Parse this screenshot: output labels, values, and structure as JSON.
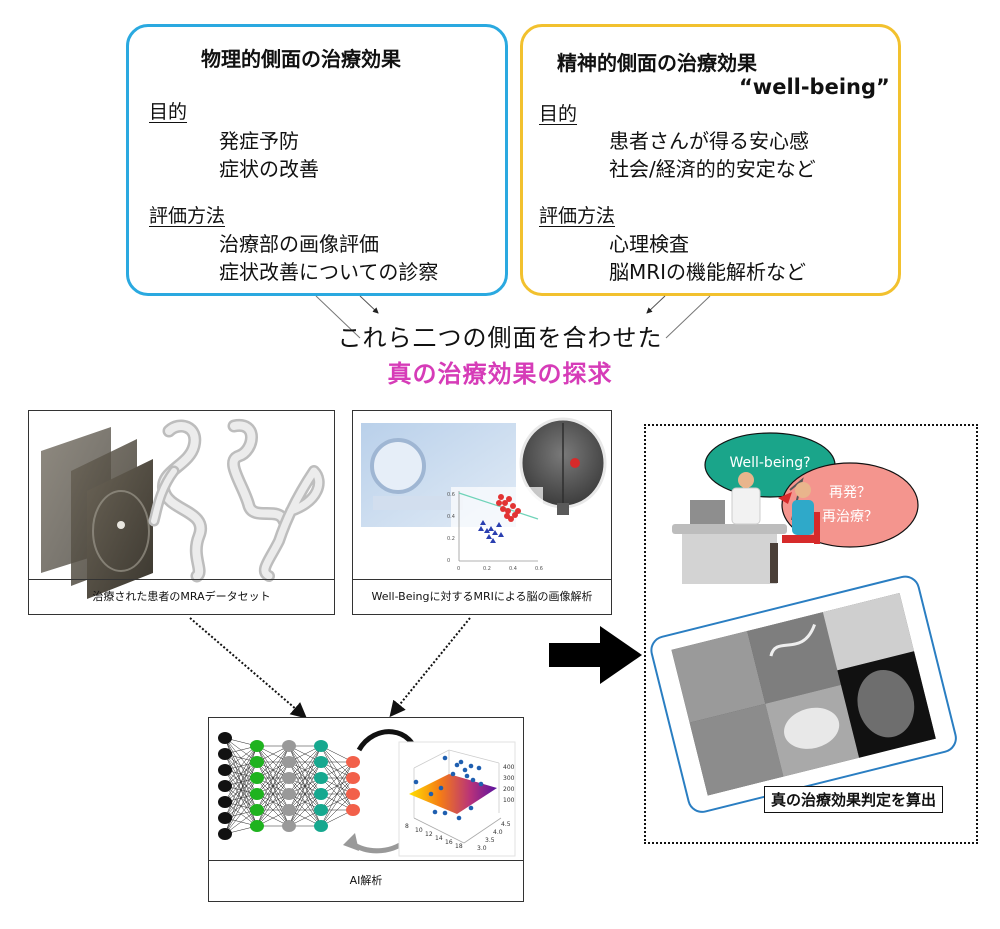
{
  "physical_box": {
    "title": "物理的側面の治療効果",
    "purpose_heading": "目的",
    "purpose_items": [
      "発症予防",
      "症状の改善"
    ],
    "evaluation_heading": "評価方法",
    "evaluation_items": [
      "治療部の画像評価",
      "症状改善についての診察"
    ],
    "border_color": "#2aa9e0"
  },
  "mental_box": {
    "title": "精神的側面の治療効果",
    "subtitle": "“well-being”",
    "purpose_heading": "目的",
    "purpose_items": [
      "患者さんが得る安心感",
      "社会/経済的的安定など"
    ],
    "evaluation_heading": "評価方法",
    "evaluation_items": [
      "心理検査",
      "脳MRIの機能解析など"
    ],
    "border_color": "#f2c12e"
  },
  "center": {
    "line1": "これら二つの側面を合わせた",
    "line2": "真の治療効果の探求",
    "highlight_color": "#d63cb8"
  },
  "panels": {
    "mra": {
      "caption": "治療された患者のMRAデータセット"
    },
    "mri": {
      "caption": "Well-Beingに対するMRIによる脳の画像解析",
      "scatter_x_ticks": [
        "0",
        "0.2",
        "0.4",
        "0.6"
      ],
      "scatter_y_ticks": [
        "0",
        "0.2",
        "0.4",
        "0.6"
      ]
    },
    "ai": {
      "caption": "AI解析",
      "network_layers": [
        7,
        6,
        6,
        6,
        4
      ],
      "plot_x_ticks": [
        "8",
        "10",
        "12",
        "14",
        "16",
        "18"
      ],
      "plot_y_ticks": [
        "3.0",
        "3.5",
        "4.0",
        "4.5"
      ],
      "plot_z_ticks": [
        "100",
        "200",
        "300",
        "400"
      ]
    }
  },
  "result": {
    "bubble_green": "Well-being?",
    "bubble_red_line1": "再発？",
    "bubble_red_line2": "再治療？",
    "label": "真の治療効果判定を算出",
    "green_color": "#1aa58a",
    "red_color": "#f4958e"
  }
}
